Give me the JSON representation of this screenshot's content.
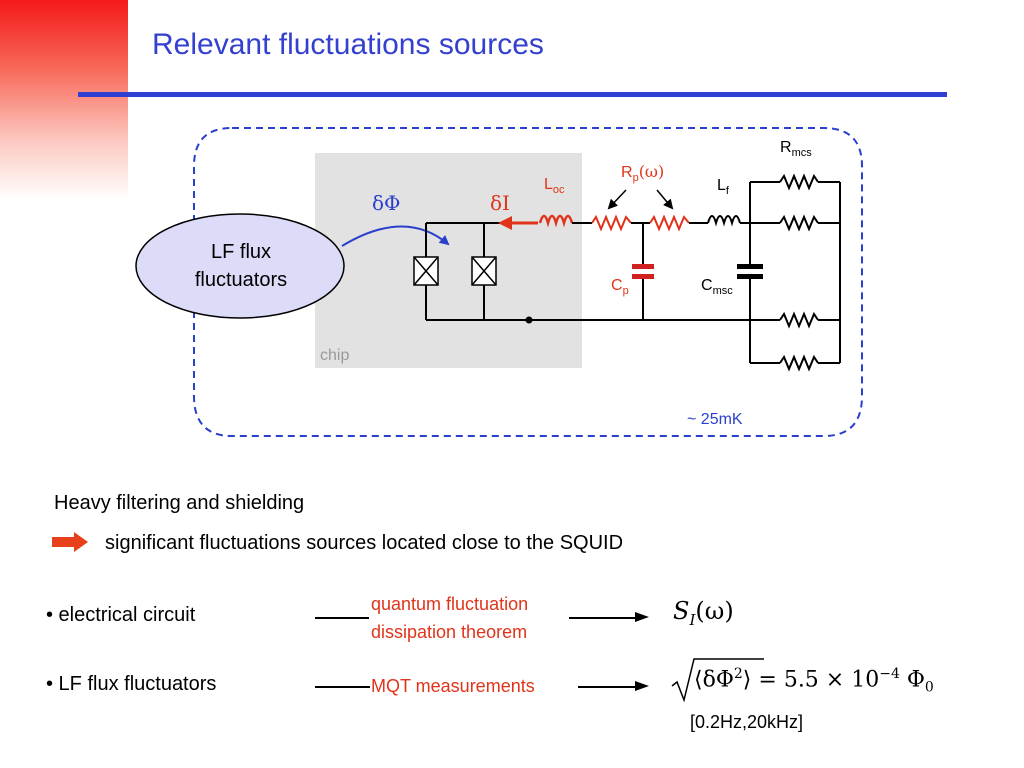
{
  "slide": {
    "title": "Relevant fluctuations sources",
    "accent_color": "#f41a1a",
    "title_color": "#3340d0"
  },
  "diagram": {
    "chip_label": "chip",
    "fluctuators_line1": "LF flux",
    "fluctuators_line2": "fluctuators",
    "delta_phi": "δΦ",
    "delta_i": "δI",
    "l_oc_main": "L",
    "l_oc_sub": "oc",
    "rp_main": "R",
    "rp_sub": "p",
    "rp_arg": "(ω)",
    "lf_main": "L",
    "lf_sub": "f",
    "rmcs_main": "R",
    "rmcs_sub": "mcs",
    "cp_main": "C",
    "cp_sub": "p",
    "cmsc_main": "C",
    "cmsc_sub": "msc",
    "temperature": "~ 25mK"
  },
  "body": {
    "heavy_filtering": "Heavy filtering and shielding",
    "conclusion": "significant fluctuations sources located close to the SQUID",
    "row1_label": "• electrical circuit",
    "row1_method_line1": "quantum fluctuation",
    "row1_method_line2": "dissipation theorem",
    "row1_result": "S",
    "row1_result_sub": "I",
    "row1_result_arg": "(ω)",
    "row2_label": "• LF flux fluctuators",
    "row2_method": "MQT measurements",
    "row2_result_inner": "⟨δΦ",
    "row2_result_sup": "2",
    "row2_result_close": "⟩",
    "row2_result_rhs": "= 5.5 × 10",
    "row2_result_exp": "−4",
    "row2_result_unit": "Φ",
    "row2_result_unit_sub": "0",
    "row2_range": "[0.2Hz,20kHz]"
  }
}
